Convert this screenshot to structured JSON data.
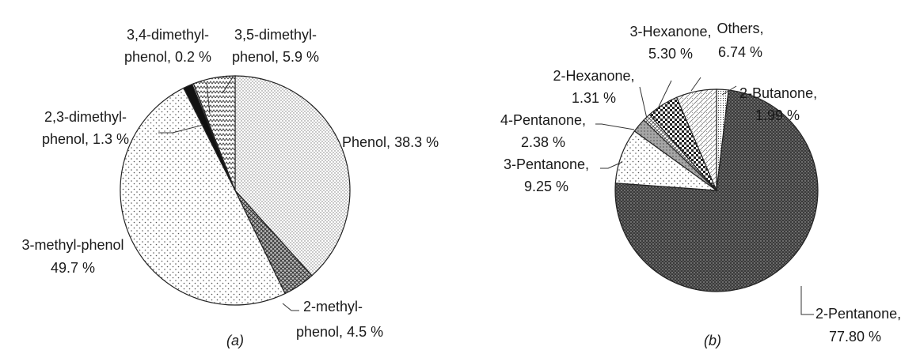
{
  "chart_data": [
    {
      "type": "pie",
      "panel_label": "(a)",
      "slices": [
        {
          "label": "Phenol,",
          "value_text": "38.3 %",
          "value": 38.3,
          "pattern": "fine-dots"
        },
        {
          "label": "2-methyl-",
          "label2": "phenol,",
          "value_text": "4.5 %",
          "value": 4.5,
          "pattern": "crosshatch"
        },
        {
          "label": "3-methyl-phenol",
          "value_text": "49.7 %",
          "value": 49.7,
          "pattern": "sparse-dots"
        },
        {
          "label": "2,3-dimethyl-",
          "label2": "phenol,",
          "value_text": "1.3 %",
          "value": 1.3,
          "pattern": "solid-dark"
        },
        {
          "label": "3,4-dimethyl-",
          "label2": "phenol,",
          "value_text": "0.2 %",
          "value": 0.2,
          "pattern": "solid-white"
        },
        {
          "label": "3,5-dimethyl-",
          "label2": "phenol,",
          "value_text": "5.9 %",
          "value": 5.9,
          "pattern": "zigzag"
        }
      ]
    },
    {
      "type": "pie",
      "panel_label": "(b)",
      "slices": [
        {
          "label": "2-Butanone,",
          "value_text": "1.99 %",
          "value": 1.99,
          "pattern": "dense-dots"
        },
        {
          "label": "2-Pentanone,",
          "value_text": "77.80 %",
          "value": 77.8,
          "pattern": "dark-dots"
        },
        {
          "label": "3-Pentanone,",
          "value_text": "9.25 %",
          "value": 9.25,
          "pattern": "sparse-dots"
        },
        {
          "label": "4-Pentanone,",
          "value_text": "2.38 %",
          "value": 2.38,
          "pattern": "gray-dots"
        },
        {
          "label": "2-Hexanone,",
          "value_text": "1.31 %",
          "value": 1.31,
          "pattern": "crosshatch-light"
        },
        {
          "label": "3-Hexanone,",
          "value_text": "5.30 %",
          "value": 5.3,
          "pattern": "checker"
        },
        {
          "label": "Others,",
          "value_text": "6.74 %",
          "value": 6.74,
          "pattern": "hatch-light"
        }
      ]
    }
  ]
}
